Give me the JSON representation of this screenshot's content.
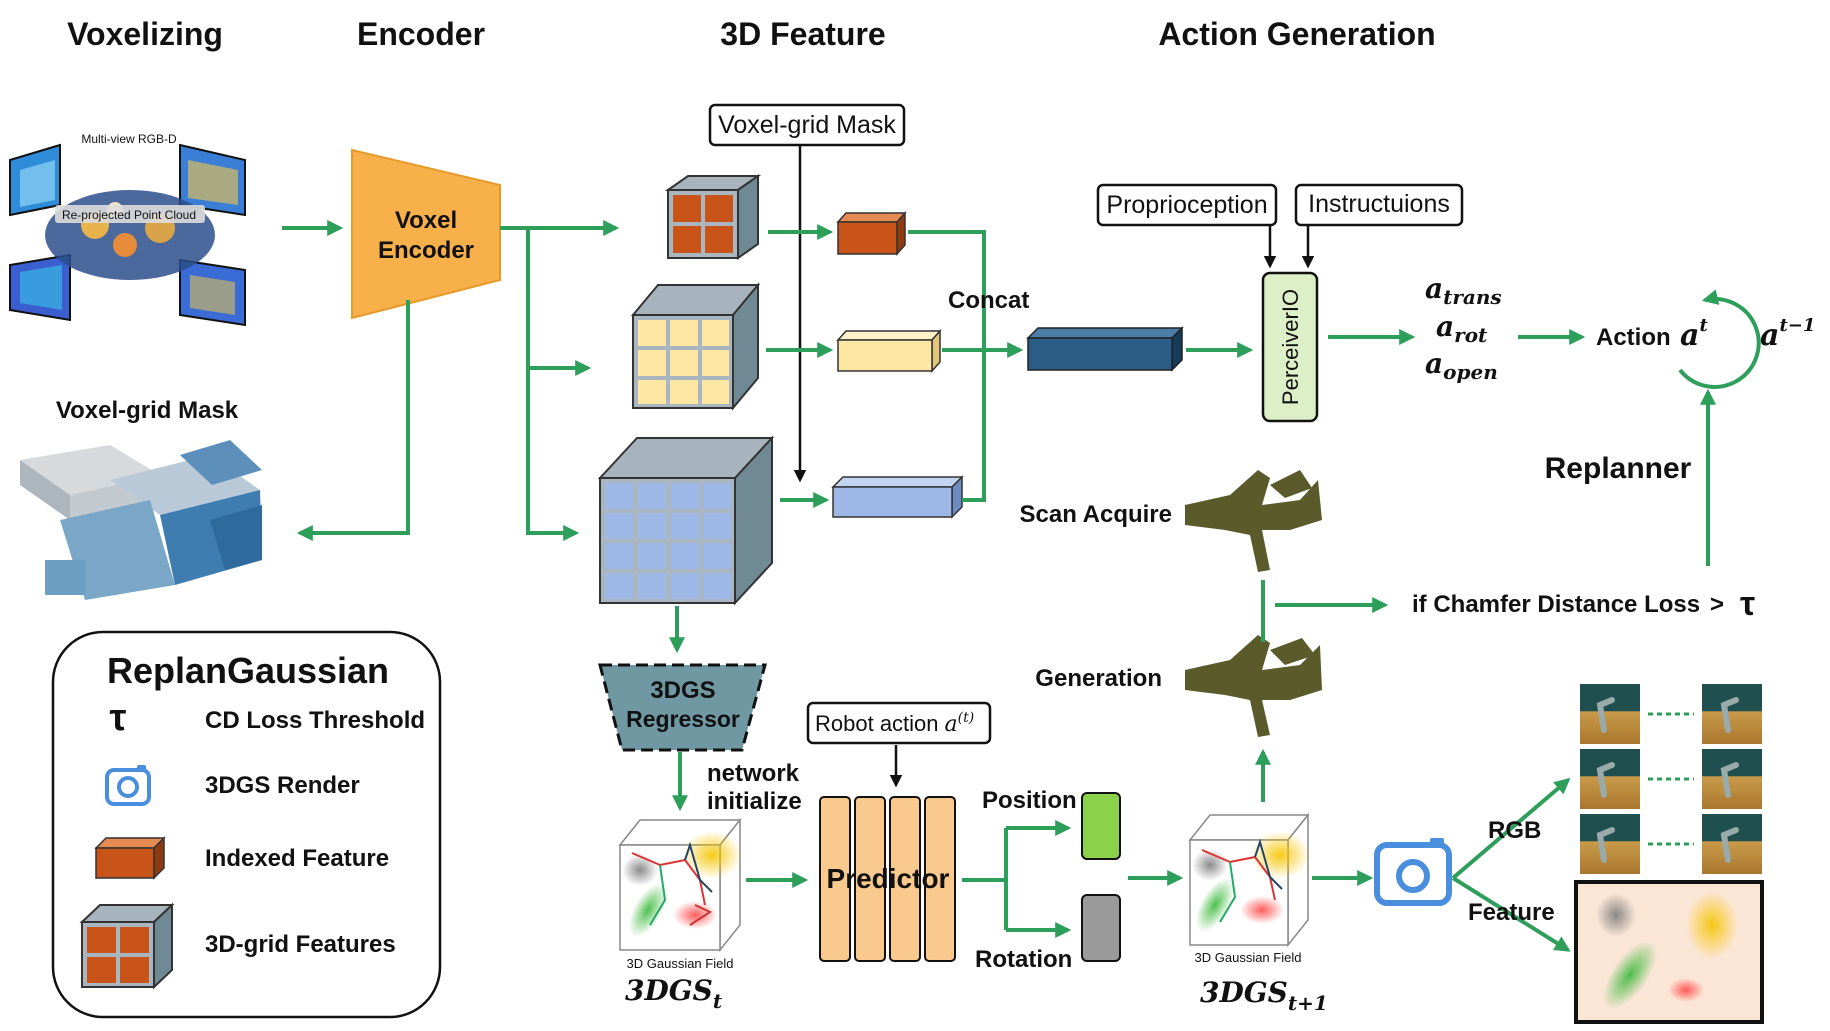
{
  "headers": {
    "voxelizing": "Voxelizing",
    "encoder": "Encoder",
    "feature3d": "3D Feature",
    "action_generation": "Action Generation"
  },
  "voxelizing": {
    "multiview_label": "Multi-view RGB-D",
    "pointcloud_label": "Re-projected Point Cloud",
    "mask_label": "Voxel-grid Mask"
  },
  "encoder": {
    "line1": "Voxel",
    "line2": "Encoder"
  },
  "feature3d": {
    "mask_box": "Voxel-grid Mask",
    "concat": "Concat",
    "regressor_line1": "3DGS",
    "regressor_line2": "Regressor",
    "network_line1": "network",
    "network_line2": "initialize"
  },
  "action": {
    "proprioception": "Proprioception",
    "instructions": "Instructuions",
    "perceiver": "PerceiverIO",
    "a_trans": "a",
    "a_trans_sub": "trans",
    "a_rot": "a",
    "a_rot_sub": "rot",
    "a_open": "a",
    "a_open_sub": "open",
    "action_label": "Action",
    "action_sym": "a",
    "action_sup": "t",
    "prev_sym": "a",
    "prev_sup": "t−1",
    "replanner": "Replanner",
    "scan_acquire": "Scan Acquire",
    "generation": "Generation",
    "chamfer": "if Chamfer Distance Loss",
    "chamfer_op": ">",
    "tau": "τ"
  },
  "predict": {
    "robot_action": "Robot action",
    "robot_action_sym": "a",
    "robot_action_sup": "(t)",
    "predictor": "Predictor",
    "position": "Position",
    "rotation": "Rotation",
    "field_label": "3D Gaussian Field",
    "gs_t": "3DGS",
    "gs_t_sub": "t",
    "gs_t1": "3DGS",
    "gs_t1_sub": "t+1",
    "rgb": "RGB",
    "feature": "Feature"
  },
  "legend": {
    "title": "ReplanGaussian",
    "tau": "τ",
    "tau_desc": "CD Loss Threshold",
    "render_desc": "3DGS Render",
    "indexed_desc": "Indexed Feature",
    "grid_desc": "3D-grid Features"
  },
  "colors": {
    "arrow_green": "#2e9e5b",
    "encoder_orange": "#f7b04a",
    "feature_orange": "#c9541a",
    "feature_yellow": "#fde7a3",
    "feature_blue": "#9db8e6",
    "concat_blue": "#2a5d86",
    "perceiver_green": "#dcefc6",
    "regressor_teal": "#6f98a3",
    "predictor_peach": "#f9c98e",
    "position_green": "#8cd14a",
    "rotation_gray": "#9a9a9a",
    "camera_blue": "#4a8fde",
    "shape_olive": "#5b5a2a"
  }
}
